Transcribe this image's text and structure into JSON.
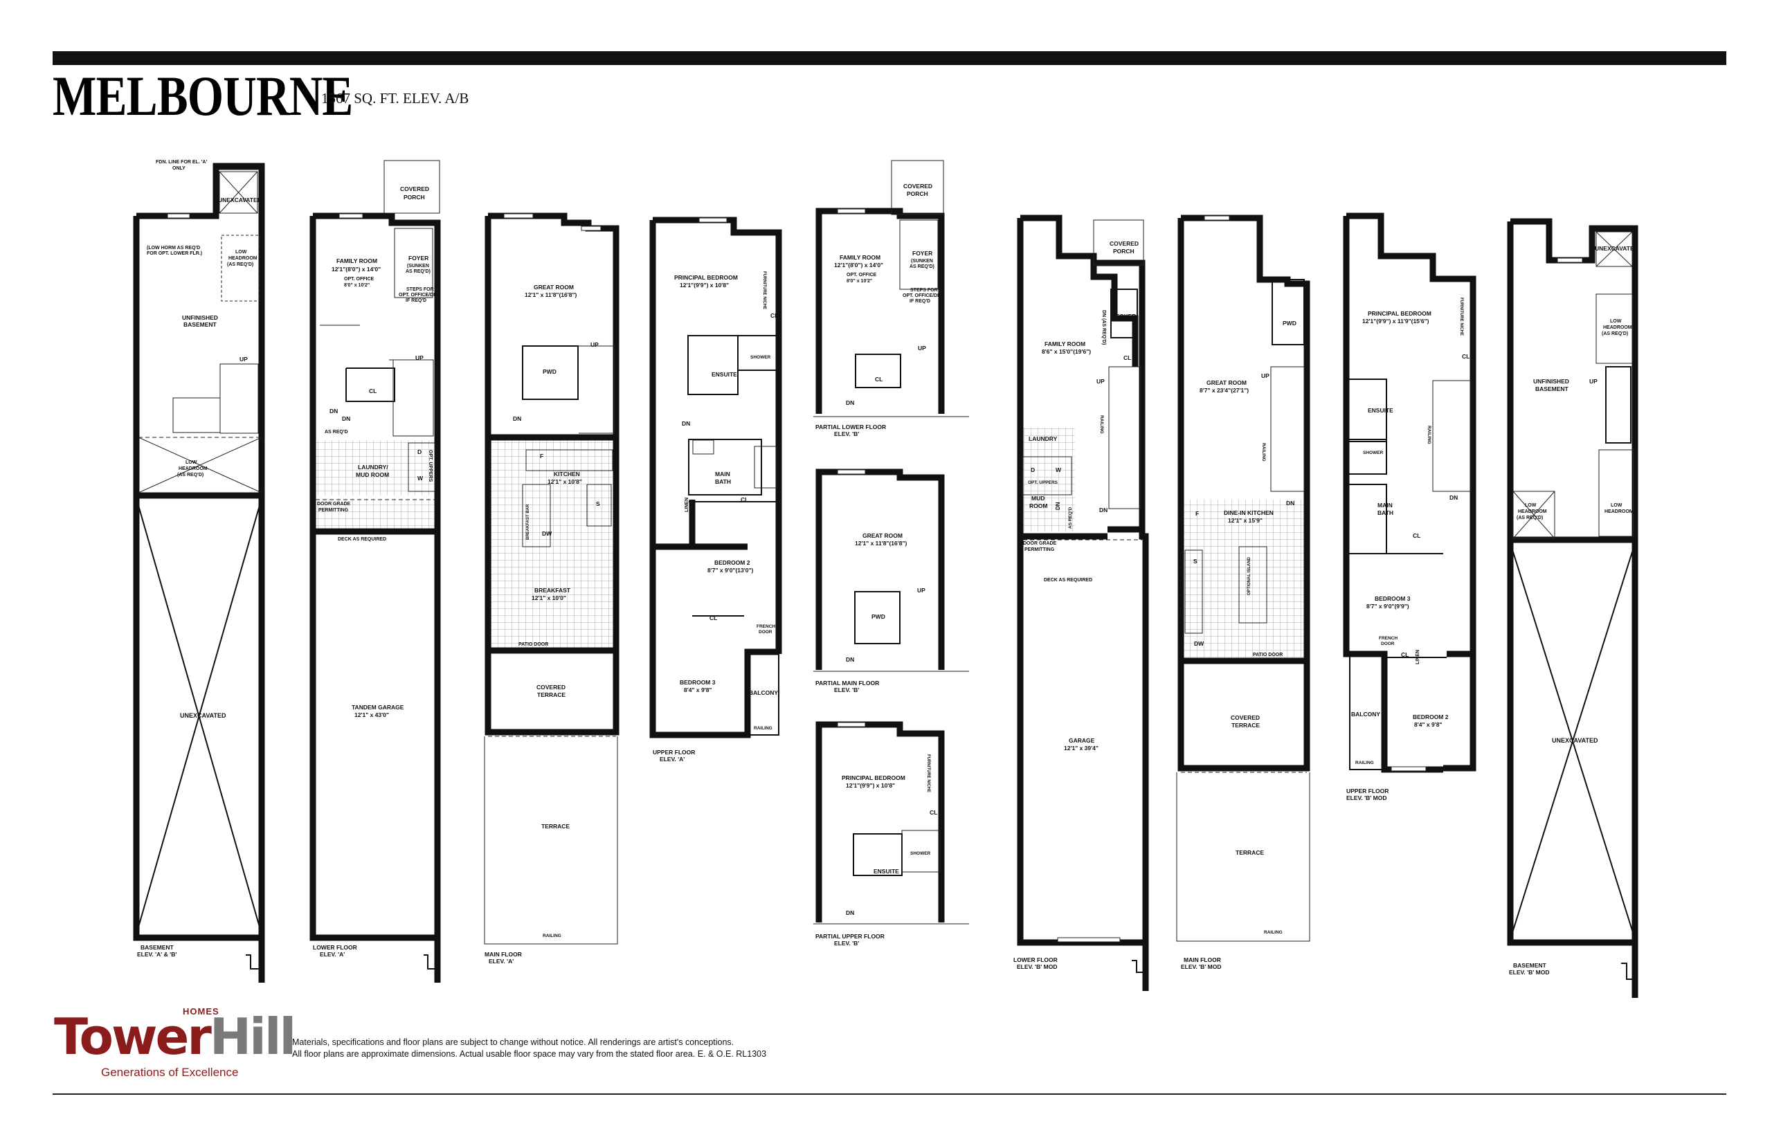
{
  "header": {
    "title": "MELBOURNE",
    "subtitle": "1567 SQ. FT. ELEV. A/B"
  },
  "plans": {
    "basement_a": {
      "caption_1": "BASEMENT",
      "caption_2": "ELEV. 'A' & 'B'",
      "fdn_note_1": "FDN. LINE FOR EL. 'A'",
      "fdn_note_2": "ONLY",
      "unexcavated_top": "UNEXCAVATED",
      "low_horm_1": "(LOW HORM AS REQ'D",
      "low_horm_2": "FOR OPT. LOWER FLR.)",
      "low_headroom_1": "LOW",
      "low_headroom_2": "HEADROOM",
      "low_headroom_3": "(AS REQ'D)",
      "unfinished_1": "UNFINISHED",
      "unfinished_2": "BASEMENT",
      "up": "UP",
      "unexcavated": "UNEXCAVATED"
    },
    "lower_a": {
      "caption_1": "LOWER FLOOR",
      "caption_2": "ELEV. 'A'",
      "covered_porch_1": "COVERED",
      "covered_porch_2": "PORCH",
      "family_room": "FAMILY ROOM",
      "family_dim": "12'1\"(8'0\") x 14'0\"",
      "opt_office": "OPT. OFFICE",
      "opt_office_dim": "8'0\" x 10'2\"",
      "foyer": "FOYER",
      "foyer_note_1": "(SUNKEN",
      "foyer_note_2": "AS REQ'D)",
      "steps_1": "STEPS FOR",
      "steps_2": "OPT. OFFICE/DEN",
      "steps_3": "IF REQ'D",
      "up": "UP",
      "cl": "CL",
      "dn1": "DN",
      "dn2": "DN",
      "dn_note": "AS REQ'D",
      "laundry_1": "LAUNDRY/",
      "laundry_2": "MUD ROOM",
      "d": "D",
      "w": "W",
      "opt_uppers": "OPT. UPPERS",
      "door_grade_1": "DOOR GRADE",
      "door_grade_2": "PERMITTING",
      "deck": "DECK AS REQUIRED",
      "garage": "TANDEM GARAGE",
      "garage_dim": "12'1\" x 43'0\""
    },
    "main_a": {
      "caption_1": "MAIN FLOOR",
      "caption_2": "ELEV. 'A'",
      "great_room": "GREAT ROOM",
      "great_dim": "12'1\" x 11'8\"(16'8\")",
      "pwd": "PWD",
      "up": "UP",
      "dn": "DN",
      "f": "F",
      "kitchen": "KITCHEN",
      "kitchen_dim": "12'1\" x 10'8\"",
      "breakfast_bar": "BREAKFAST BAR",
      "dw": "DW",
      "s": "S",
      "breakfast": "BREAKFAST",
      "breakfast_dim": "12'1\" x 10'0\"",
      "patio_door": "PATIO DOOR",
      "covered_terrace_1": "COVERED",
      "covered_terrace_2": "TERRACE",
      "terrace": "TERRACE",
      "railing": "RAILING"
    },
    "upper_a": {
      "caption_1": "UPPER FLOOR",
      "caption_2": "ELEV. 'A'",
      "principal": "PRINCIPAL BEDROOM",
      "principal_dim": "12'1\"(9'9\") x 10'8\"",
      "furniture_niche": "FURNITURE NICHE",
      "cl1": "CL",
      "shower": "SHOWER",
      "ensuite": "ENSUITE",
      "dn": "DN",
      "main_bath_1": "MAIN",
      "main_bath_2": "BATH",
      "linen": "LINEN",
      "cl2": "CL",
      "bedroom2": "BEDROOM 2",
      "bedroom2_dim": "8'7\" x 9'0\"(13'0\")",
      "cl3": "CL",
      "french_door_1": "FRENCH",
      "french_door_2": "DOOR",
      "bedroom3": "BEDROOM 3",
      "bedroom3_dim": "8'4\" x 9'8\"",
      "balcony": "BALCONY",
      "railing": "RAILING"
    },
    "partial_b": {
      "lower_caption_1": "PARTIAL LOWER FLOOR",
      "lower_caption_2": "ELEV. 'B'",
      "covered_porch_1": "COVERED",
      "covered_porch_2": "PORCH",
      "family_room": "FAMILY ROOM",
      "family_dim": "12'1\"(8'0\") x 14'0\"",
      "opt_office": "OPT. OFFICE",
      "opt_office_dim": "8'0\" x 10'2\"",
      "foyer": "FOYER",
      "foyer_note_1": "(SUNKEN",
      "foyer_note_2": "AS REQ'D)",
      "steps_1": "STEPS FOR",
      "steps_2": "OPT. OFFICE/DEN",
      "steps_3": "IF REQ'D",
      "up1": "UP",
      "cl": "CL",
      "dn1": "DN",
      "main_caption_1": "PARTIAL MAIN FLOOR",
      "main_caption_2": "ELEV. 'B'",
      "great_room": "GREAT ROOM",
      "great_dim": "12'1\" x 11'8\"(16'8\")",
      "pwd": "PWD",
      "up2": "UP",
      "dn2": "DN",
      "upper_caption_1": "PARTIAL UPPER FLOOR",
      "upper_caption_2": "ELEV. 'B'",
      "principal": "PRINCIPAL BEDROOM",
      "principal_dim": "12'1\"(9'9\") x 10'8\"",
      "furniture_niche": "FURNITURE NICHE",
      "cl2": "CL",
      "shower": "SHOWER",
      "ensuite": "ENSUITE",
      "dn3": "DN"
    },
    "lower_b": {
      "caption_1": "LOWER FLOOR",
      "caption_2": "ELEV. 'B' MOD",
      "covered_porch_1": "COVERED",
      "covered_porch_2": "PORCH",
      "family_room": "FAMILY ROOM",
      "family_dim": "8'6\" x 15'0\"(19'6\")",
      "foyer": "FOYER",
      "dn_as_reqd": "DN (AS REQ'D)",
      "cl": "CL",
      "up": "UP",
      "railing": "RAILING",
      "laundry": "LAUNDRY",
      "d": "D",
      "w": "W",
      "opt_uppers": "OPT. UPPERS",
      "mud_room_1": "MUD",
      "mud_room_2": "ROOM",
      "dn1": "DN",
      "dn2": "DN",
      "dn_note": "AS REQ'D",
      "door_grade_1": "DOOR GRADE",
      "door_grade_2": "PERMITTING",
      "deck": "DECK AS REQUIRED",
      "garage": "GARAGE",
      "garage_dim": "12'1\" x 39'4\""
    },
    "main_b": {
      "caption_1": "MAIN FLOOR",
      "caption_2": "ELEV. 'B' MOD",
      "pwd": "PWD",
      "great_room": "GREAT ROOM",
      "great_dim": "8'7\" x 23'4\"(27'1\")",
      "up": "UP",
      "railing": "RAILING",
      "dn": "DN",
      "f": "F",
      "dine_in_1": "DINE-IN KITCHEN",
      "dine_in_dim": "12'1\" x 15'9\"",
      "s": "S",
      "optional_island": "OPTIONAL ISLAND",
      "dw": "DW",
      "patio_door": "PATIO DOOR",
      "covered_terrace_1": "COVERED",
      "covered_terrace_2": "TERRACE",
      "terrace": "TERRACE",
      "railing2": "RAILING"
    },
    "upper_b": {
      "caption_1": "UPPER FLOOR",
      "caption_2": "ELEV. 'B' MOD",
      "principal": "PRINCIPAL BEDROOM",
      "principal_dim": "12'1\"(9'9\") x 11'9\"(15'6\")",
      "furniture_niche": "FURNITURE NICHE",
      "cl1": "CL",
      "ensuite": "ENSUITE",
      "shower": "SHOWER",
      "main_bath_1": "MAIN",
      "main_bath_2": "BATH",
      "railing": "RAILING",
      "dn": "DN",
      "cl2": "CL",
      "bedroom3": "BEDROOM 3",
      "bedroom3_dim": "8'7\" x 9'0\"(9'9\")",
      "french_door_1": "FRENCH",
      "french_door_2": "DOOR",
      "cl3": "CL",
      "linen": "LINEN",
      "balcony": "BALCONY",
      "bedroom2": "BEDROOM 2",
      "bedroom2_dim": "8'4\" x 9'8\"",
      "railing2": "RAILING"
    },
    "basement_b": {
      "caption_1": "BASEMENT",
      "caption_2": "ELEV. 'B' MOD",
      "unexcavated_top": "UNEXCAVATED",
      "low_1": "LOW",
      "low_2": "HEADROOM",
      "low_3": "(AS REQ'D)",
      "unfinished_1": "UNFINISHED",
      "unfinished_2": "BASEMENT",
      "up": "UP",
      "low_left_1": "LOW",
      "low_left_2": "HEADROOM",
      "low_left_3": "(AS REQ'D)",
      "low_right_1": "LOW",
      "low_right_2": "HEADROOM",
      "unexcavated": "UNEXCAVATED"
    }
  },
  "footer": {
    "logo_homes": "HOMES",
    "logo_tower": "Tower",
    "logo_hill": "Hill",
    "logo_tagline": "Generations of Excellence",
    "disclaimer_1": "Materials, specifications and floor plans are subject to change without notice. All renderings are artist's conceptions.",
    "disclaimer_2": "All floor plans are approximate dimensions. Actual usable floor space may vary from the stated floor area. E. & O.E.  RL1303"
  },
  "colors": {
    "brand_red": "#8b1c1c",
    "brand_grey": "#7a7a7a",
    "ink": "#111111"
  }
}
